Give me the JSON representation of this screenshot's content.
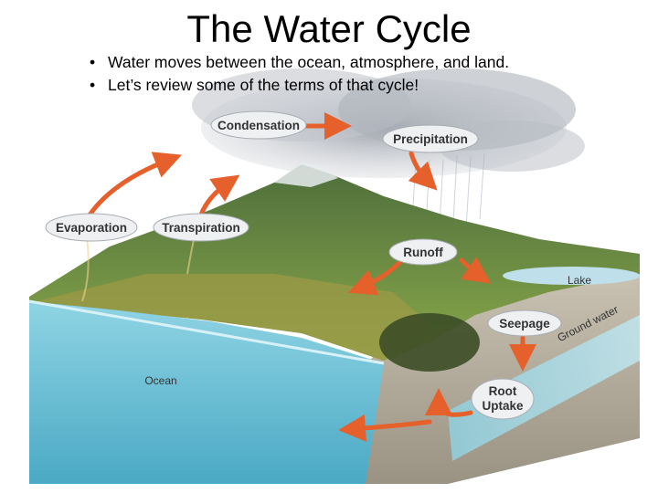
{
  "slide": {
    "title": "The Water Cycle",
    "bullets": [
      "Water moves between the ocean, atmosphere, and land.",
      "Let’s review some of the terms of that cycle!"
    ]
  },
  "diagram": {
    "labels": {
      "condensation": "Condensation",
      "precipitation": "Precipitation",
      "evaporation": "Evaporation",
      "transpiration": "Transpiration",
      "runoff": "Runoff",
      "seepage": "Seepage",
      "root_uptake_line1": "Root",
      "root_uptake_line2": "Uptake"
    },
    "places": {
      "lake": "Lake",
      "ocean": "Ocean",
      "ground_water": "Ground water"
    },
    "colors": {
      "arrow": "#e5602a",
      "ocean": "#6cc1d6",
      "land": "#6f8d3a",
      "cloud": "#b7bcc4",
      "label_bg": "#eef0f2"
    }
  }
}
